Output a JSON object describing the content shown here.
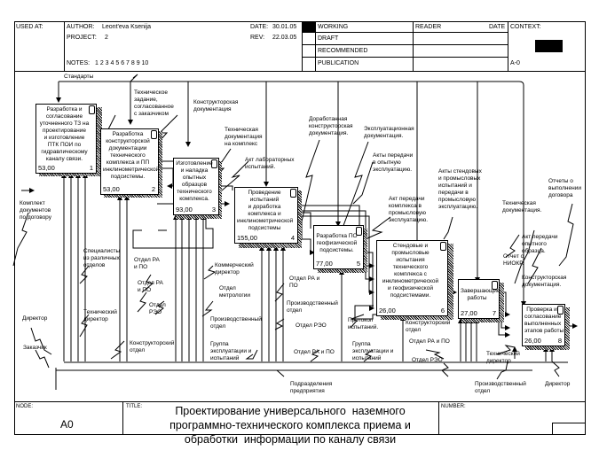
{
  "header": {
    "used_at_label": "USED AT:",
    "author_label": "AUTHOR:",
    "author": "Leont'eva Ksenija",
    "project_label": "PROJECT:",
    "project": "2",
    "date_label": "DATE:",
    "date": "30.01.05",
    "rev_label": "REV:",
    "rev": "22.03.05",
    "notes_label": "NOTES:",
    "notes": "1  2  3  4  5  6  7  8  9  10",
    "status": [
      "WORKING",
      "DRAFT",
      "RECOMMENDED",
      "PUBLICATION"
    ],
    "reader_label": "READER",
    "date_col_label": "DATE",
    "context_label": "CONTEXT:",
    "context_node": "A-0"
  },
  "boxes": [
    {
      "id": 1,
      "name": "Разработка и\nсогласование\nуточненного ТЗ на\nпроектирование\nи изготовление\nПТК ПОИ по\nгидравлическому\nканалу связи.",
      "cost": "53,00",
      "num": "1"
    },
    {
      "id": 2,
      "name": "Разработка\nконструкторской\nдокументации\nтехнического\nкомплекса и ПП\nинклинометрической\nподсистемы.",
      "cost": "53,00",
      "num": "2"
    },
    {
      "id": 3,
      "name": "Изготовление\nи наладка\nопытных\nобразцов\nтехнического\nкомплекса.",
      "cost": "93,00",
      "num": "3"
    },
    {
      "id": 4,
      "name": "Проведение\nиспытаний\nи доработка\nкомплекса и\nинклинометрической\nподсистемы",
      "cost": "155,00",
      "num": "4"
    },
    {
      "id": 5,
      "name": "Разработка ПО\nгеофизической\nподсистемы.",
      "cost": "77,00",
      "num": "5"
    },
    {
      "id": 6,
      "name": "Стендовые и\nпромысловые\nиспытания\nтехнического\nкомплекса с\nинклинометрической\nи геофизической\nподсистемами.",
      "cost": "26,00",
      "num": "6"
    },
    {
      "id": 7,
      "name": "Завершающие\nработы",
      "cost": "27,00",
      "num": "7"
    },
    {
      "id": 8,
      "name": "Проверка и\nсогласование\nвыполненных\nэтапов работы",
      "cost": "26,00",
      "num": "8"
    }
  ],
  "arrow_labels": [
    "Стандарты",
    "Техническое\nзадание,\nсогласованное\nс заказчиком",
    "Конструкторская\nдокументация",
    "Техническая\nдокументация\nна комплекс",
    "Акт лабораторных\nиспытаний.",
    "Доработанная\nконструкторская\nдокументация.",
    "Эксплуатационная\nдокументация.",
    "Акты передачи\nв опытную\nэксплуатацию.",
    "Акт передачи\nкомплекса в\nпромысловую\nэксплуатацию.",
    "Акты стендовых\nи промысловых\nиспытаний и\nпередачи в\nпромысловую\nэксплуатацию.",
    "Техническая\nдокументация.",
    "Отчеты о\nвыполнении\nдоговора",
    "Акт передачи\nопытного\nобразца.",
    "Отчет о\nНИОКР.",
    "Конструкторская\nдокументация.",
    "Комплект\nдокументов\nпо договору",
    "Специалисты\nиз различных\nотделов",
    "Отдел РА\nи ПО",
    "Отдел РА\nи ПО",
    "Отдел\nРЭО",
    "Технический\nдиректор",
    "Директор",
    "Заказчик",
    "Конструкторский\nотдел",
    "Коммерческий\nдиректор",
    "Отдел\nметрологии",
    "Производственный\nотдел",
    "Группа\nэксплуатации и\nиспытаний",
    "Отдел РА и\nПО",
    "Производственный\nотдел",
    "Отдел РЭО",
    "Отдел РА и ПО",
    "Подразделения\nпредприятия",
    "Протокол\nиспытаний.",
    "Группа\nэксплуатации и\nиспытаний",
    "Конструкторский\nотдел",
    "Отдел РА и ПО",
    "Отдел РЭО",
    "Технический\nдиректор",
    "Производственный\nотдел",
    "Директор"
  ],
  "footer": {
    "node_label": "NODE:",
    "node": "A0",
    "title_label": "TITLE:",
    "title": "Проектирование универсального  наземного\nпрограммно-технического комплекса приема и\nобработки  информации по каналу связи",
    "number_label": "NUMBER:"
  }
}
